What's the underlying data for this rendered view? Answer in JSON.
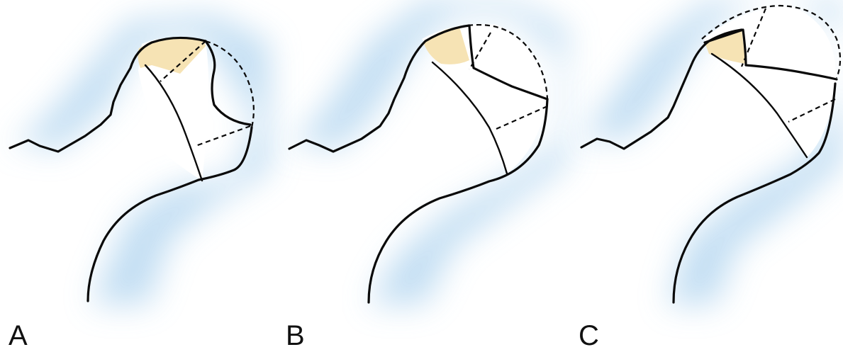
{
  "colors": {
    "background": "#ffffff",
    "soft_tissue_glow": "#b9d9f1",
    "necrotic_fragment": "#f6e3b4",
    "line": "#0a0a0a"
  },
  "panels": [
    {
      "label": "A"
    },
    {
      "label": "B"
    },
    {
      "label": "C"
    }
  ]
}
